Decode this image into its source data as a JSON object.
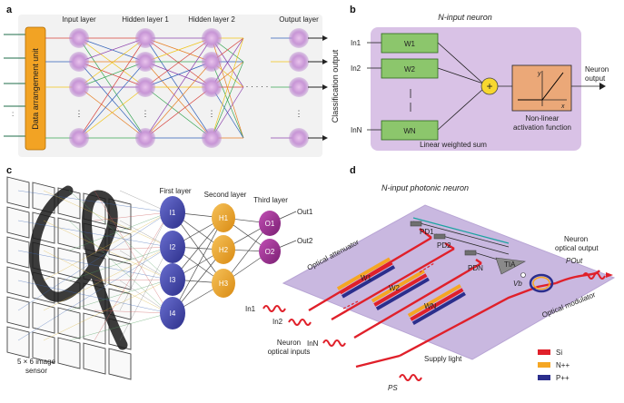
{
  "panel_a": {
    "letter": "a",
    "data_unit_label": "Data arrangement unit",
    "layers": [
      "Input layer",
      "Hidden layer 1",
      "Hidden layer 2",
      "Output layer"
    ],
    "ellipsis": "· · · · ·",
    "classification_label": "Classification output"
  },
  "panel_b": {
    "letter": "b",
    "title": "N-input neuron",
    "inputs": [
      "In1",
      "In2",
      "InN"
    ],
    "weights": [
      "W1",
      "W2",
      "WN"
    ],
    "sum_symbol": "+",
    "sum_label": "Linear weighted sum",
    "activation_label_1": "Non-linear",
    "activation_label_2": "activation function",
    "axis_y": "y",
    "axis_x": "x",
    "output_label_1": "Neuron",
    "output_label_2": "output"
  },
  "panel_c": {
    "letter": "c",
    "sensor_label_1": "5 × 6 image",
    "sensor_label_2": "sensor",
    "first_layer": "First layer",
    "second_layer": "Second layer",
    "third_layer": "Third layer",
    "first_nodes": [
      "I1",
      "I2",
      "I3",
      "I4"
    ],
    "second_nodes": [
      "H1",
      "H2",
      "H3"
    ],
    "third_nodes": [
      "O1",
      "O2"
    ],
    "outputs": [
      "Out1",
      "Out2"
    ]
  },
  "panel_d": {
    "letter": "d",
    "title": "N-input photonic neuron",
    "attenuator": "Optical attenuator",
    "weights": [
      "W1",
      "W2",
      "WN"
    ],
    "pds": [
      "PD1",
      "PD2",
      "PDN"
    ],
    "tia": "TIA",
    "vb": "Vb",
    "pout": "POut",
    "neuron_out_1": "Neuron",
    "neuron_out_2": "optical output",
    "modulator": "Optical modulator",
    "inputs": [
      "In1",
      "In2",
      "InN"
    ],
    "optical_inputs_1": "Neuron",
    "optical_inputs_2": "optical inputs",
    "supply": "Supply light",
    "ps": "PS",
    "legend": [
      {
        "label": "Si",
        "color": "#e0202a"
      },
      {
        "label": "N++",
        "color": "#f5a623"
      },
      {
        "label": "P++",
        "color": "#2b2e8c"
      }
    ]
  }
}
